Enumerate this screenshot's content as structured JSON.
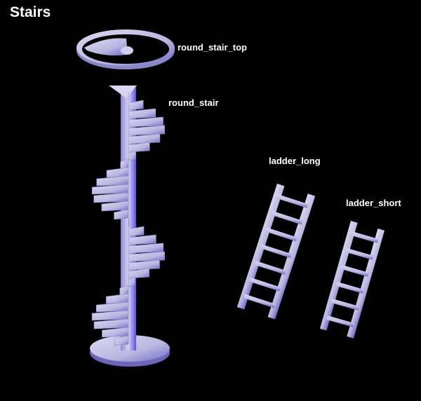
{
  "title": "Stairs",
  "labels": {
    "round_stair_top": "round_stair_top",
    "round_stair": "round_stair",
    "ladder_long": "ladder_long",
    "ladder_short": "ladder_short"
  },
  "colors": {
    "background": "#000000",
    "model": "#c8c6e6",
    "model_shadow": "#7a76c4",
    "accent": "#3a2cff"
  }
}
